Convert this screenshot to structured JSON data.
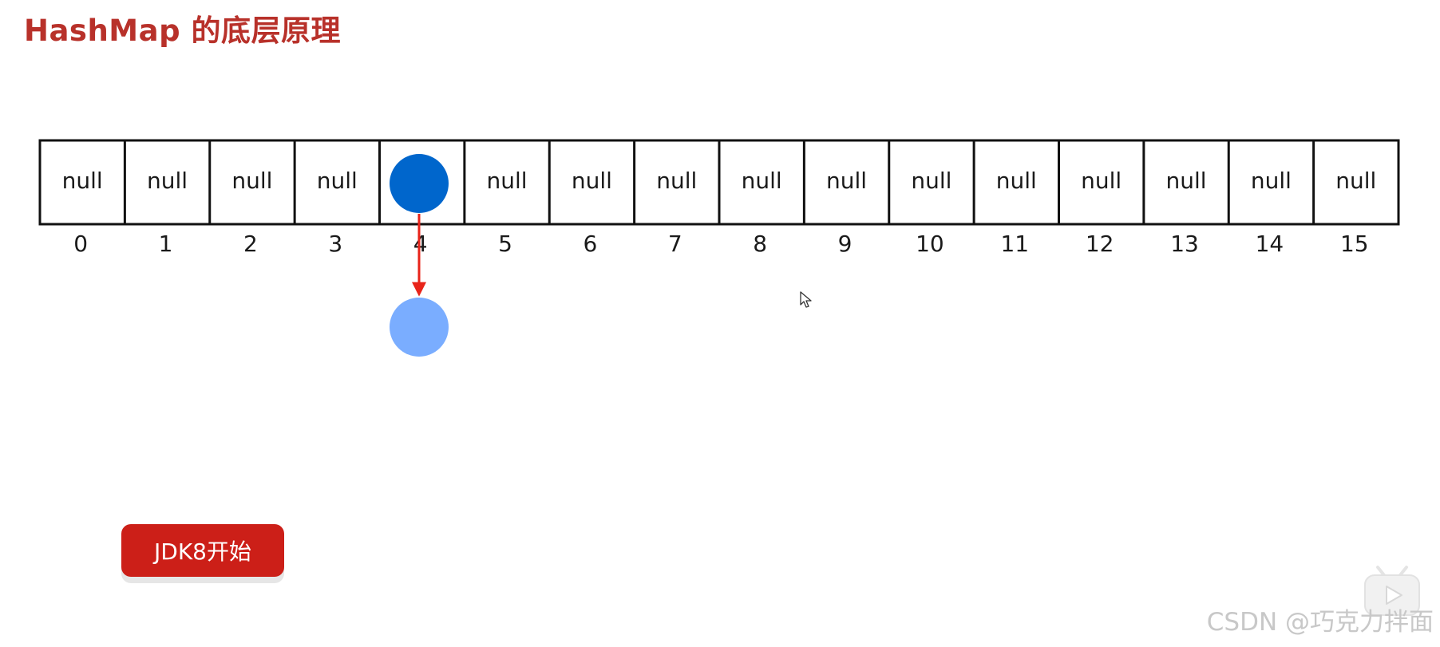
{
  "title": "HashMap 的底层原理",
  "array": {
    "cells": [
      "null",
      "null",
      "null",
      "null",
      "",
      "null",
      "null",
      "null",
      "null",
      "null",
      "null",
      "null",
      "null",
      "null",
      "null",
      "null"
    ],
    "indices": [
      "0",
      "1",
      "2",
      "3",
      "4",
      "5",
      "6",
      "7",
      "8",
      "9",
      "10",
      "11",
      "12",
      "13",
      "14",
      "15"
    ],
    "occupied_index": 4
  },
  "nodes": [
    {
      "name": "head-node",
      "color": "#0066cc"
    },
    {
      "name": "next-node",
      "color": "#7aadff"
    }
  ],
  "link_color": "#e8241a",
  "button": {
    "label": "JDK8开始",
    "color": "#cc1f18"
  },
  "watermark": "CSDN @巧克力拌面",
  "icons": [
    "mouse-cursor-icon",
    "play-icon"
  ]
}
